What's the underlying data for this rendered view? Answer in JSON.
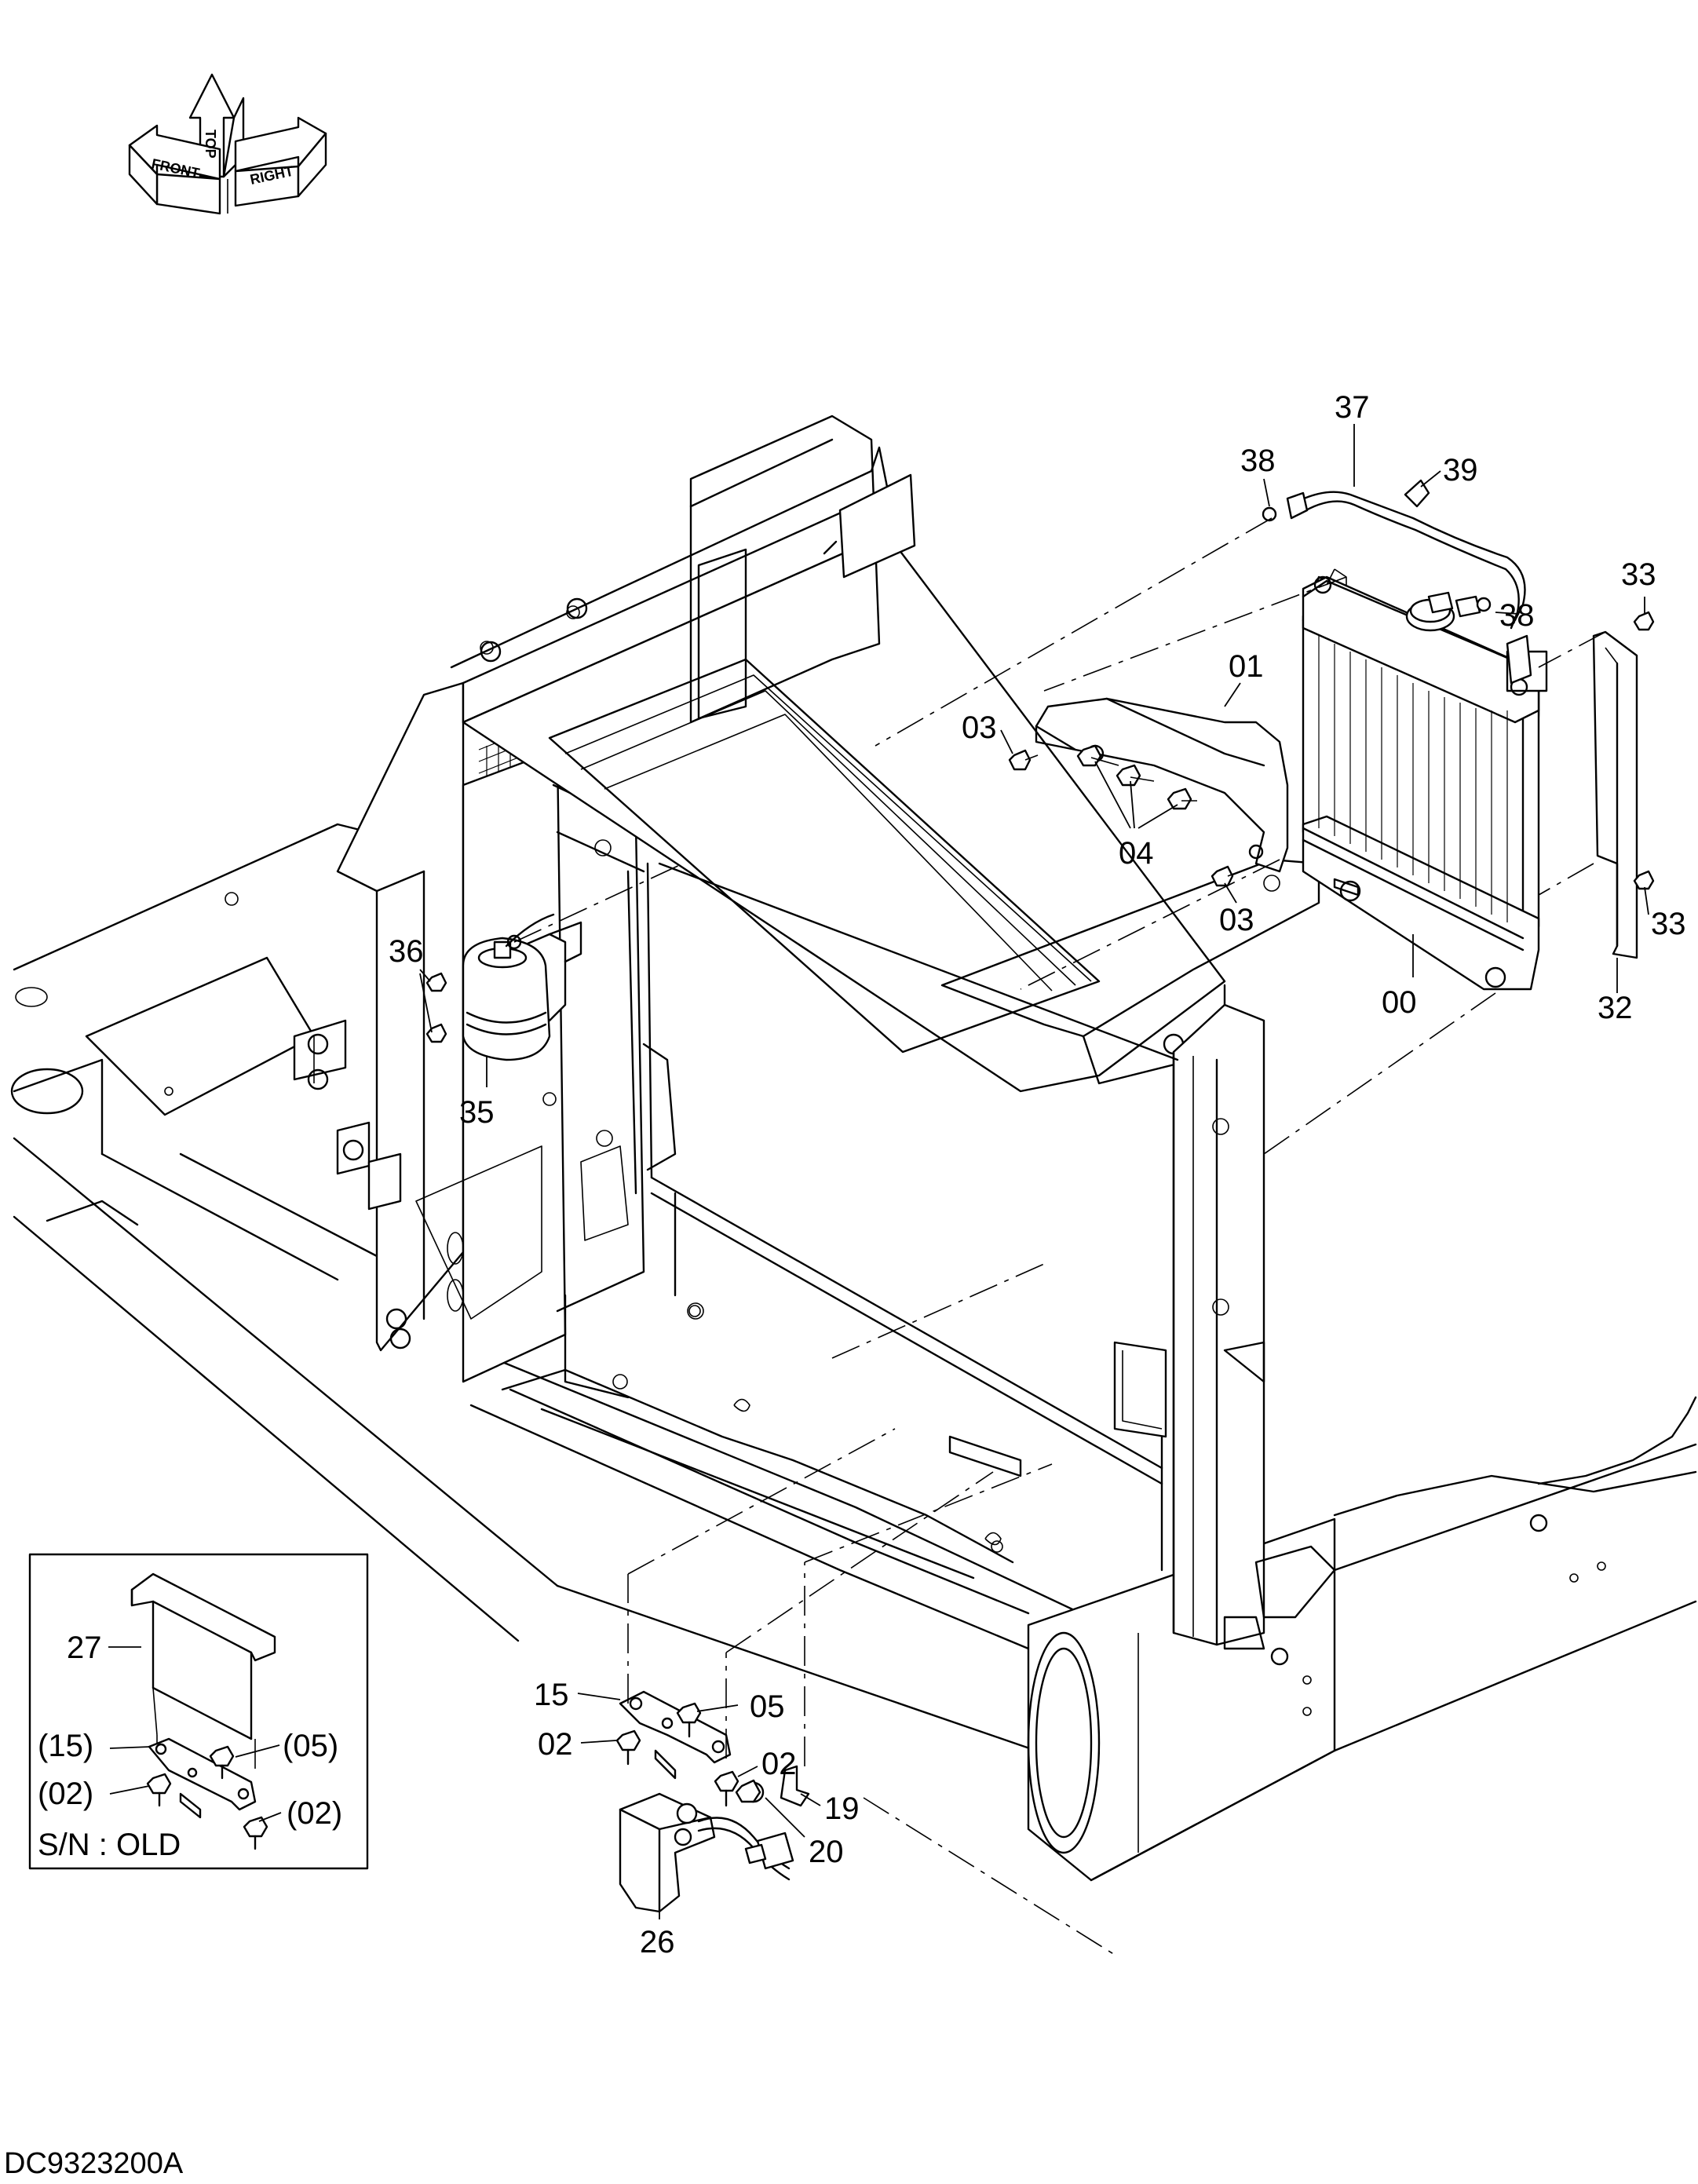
{
  "orientation_symbol": {
    "labels": [
      "FRONT",
      "TOP",
      "RIGHT"
    ]
  },
  "callouts": {
    "c37": "37",
    "c38a": "38",
    "c39": "39",
    "c38b": "38",
    "c33a": "33",
    "c01": "01",
    "c03a": "03",
    "c04": "04",
    "c03b": "03",
    "c33b": "33",
    "c00": "00",
    "c32": "32",
    "c36": "36",
    "c35": "35",
    "c15": "15",
    "c05": "05",
    "c02a": "02",
    "c02b": "02",
    "c19": "19",
    "c20": "20",
    "c26": "26"
  },
  "inset": {
    "c27": "27",
    "c15": "(15)",
    "c05": "(05)",
    "c02a": "(02)",
    "c02b": "(02)",
    "note": "S/N : OLD"
  },
  "drawing_code": "DC9323200A"
}
